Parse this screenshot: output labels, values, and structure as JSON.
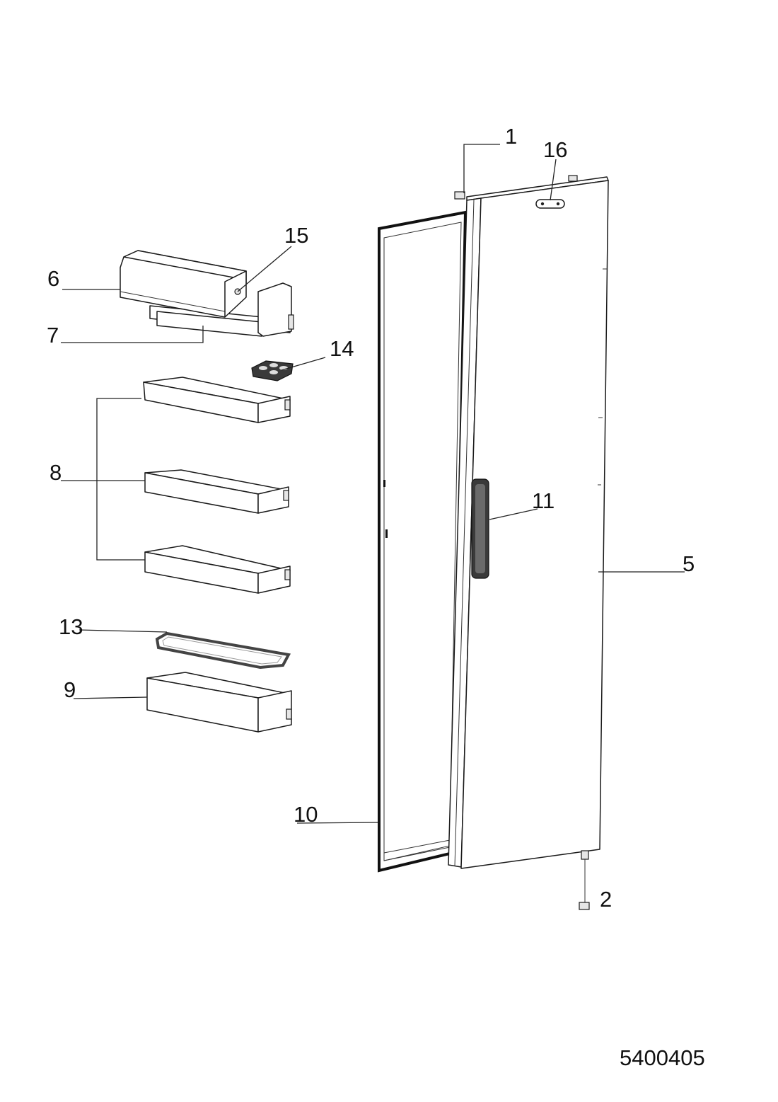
{
  "diagram": {
    "document_number": "5400405",
    "callouts": [
      {
        "id": "1",
        "label": "1"
      },
      {
        "id": "2",
        "label": "2"
      },
      {
        "id": "5",
        "label": "5"
      },
      {
        "id": "6",
        "label": "6"
      },
      {
        "id": "7",
        "label": "7"
      },
      {
        "id": "8",
        "label": "8"
      },
      {
        "id": "9",
        "label": "9"
      },
      {
        "id": "10",
        "label": "10"
      },
      {
        "id": "11",
        "label": "11"
      },
      {
        "id": "13",
        "label": "13"
      },
      {
        "id": "14",
        "label": "14"
      },
      {
        "id": "15",
        "label": "15"
      },
      {
        "id": "16",
        "label": "16"
      }
    ]
  }
}
